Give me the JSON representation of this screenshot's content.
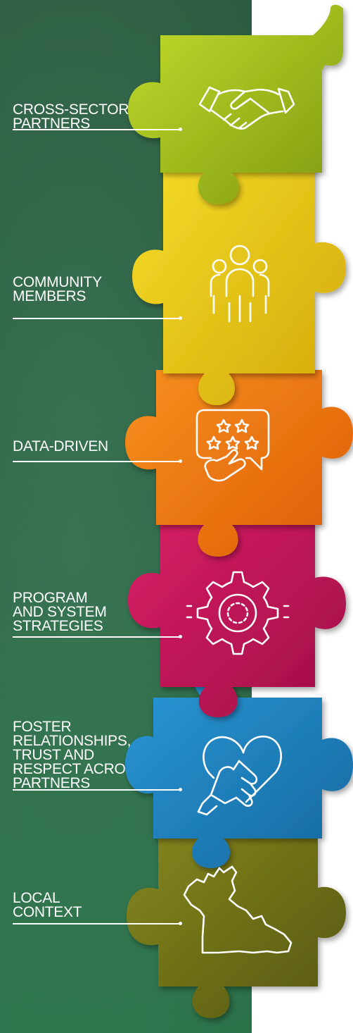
{
  "pieces": [
    {
      "id": "cross-sector-partners",
      "label": "CROSS-SECTOR\nPARTNERS",
      "icon": "handshake-icon",
      "color": "#a8c41c"
    },
    {
      "id": "community-members",
      "label": "COMMUNITY\nMEMBERS",
      "icon": "people-group-icon",
      "color": "#e9cd14"
    },
    {
      "id": "data-driven",
      "label": "DATA-DRIVEN",
      "icon": "star-rating-feedback-icon",
      "color": "#f07d0f"
    },
    {
      "id": "program-system-strategies",
      "label": "PROGRAM\nAND SYSTEM\nSTRATEGIES",
      "icon": "gear-icon",
      "color": "#c41457"
    },
    {
      "id": "foster-relationships",
      "label": "FOSTER\nRELATIONSHIPS,\nTRUST AND\nRESPECT ACROSS\nPARTNERS",
      "icon": "heart-hand-icon",
      "color": "#1f86c4"
    },
    {
      "id": "local-context",
      "label": "LOCAL\nCONTEXT",
      "icon": "map-outline-icon",
      "color": "#6e7019"
    }
  ]
}
